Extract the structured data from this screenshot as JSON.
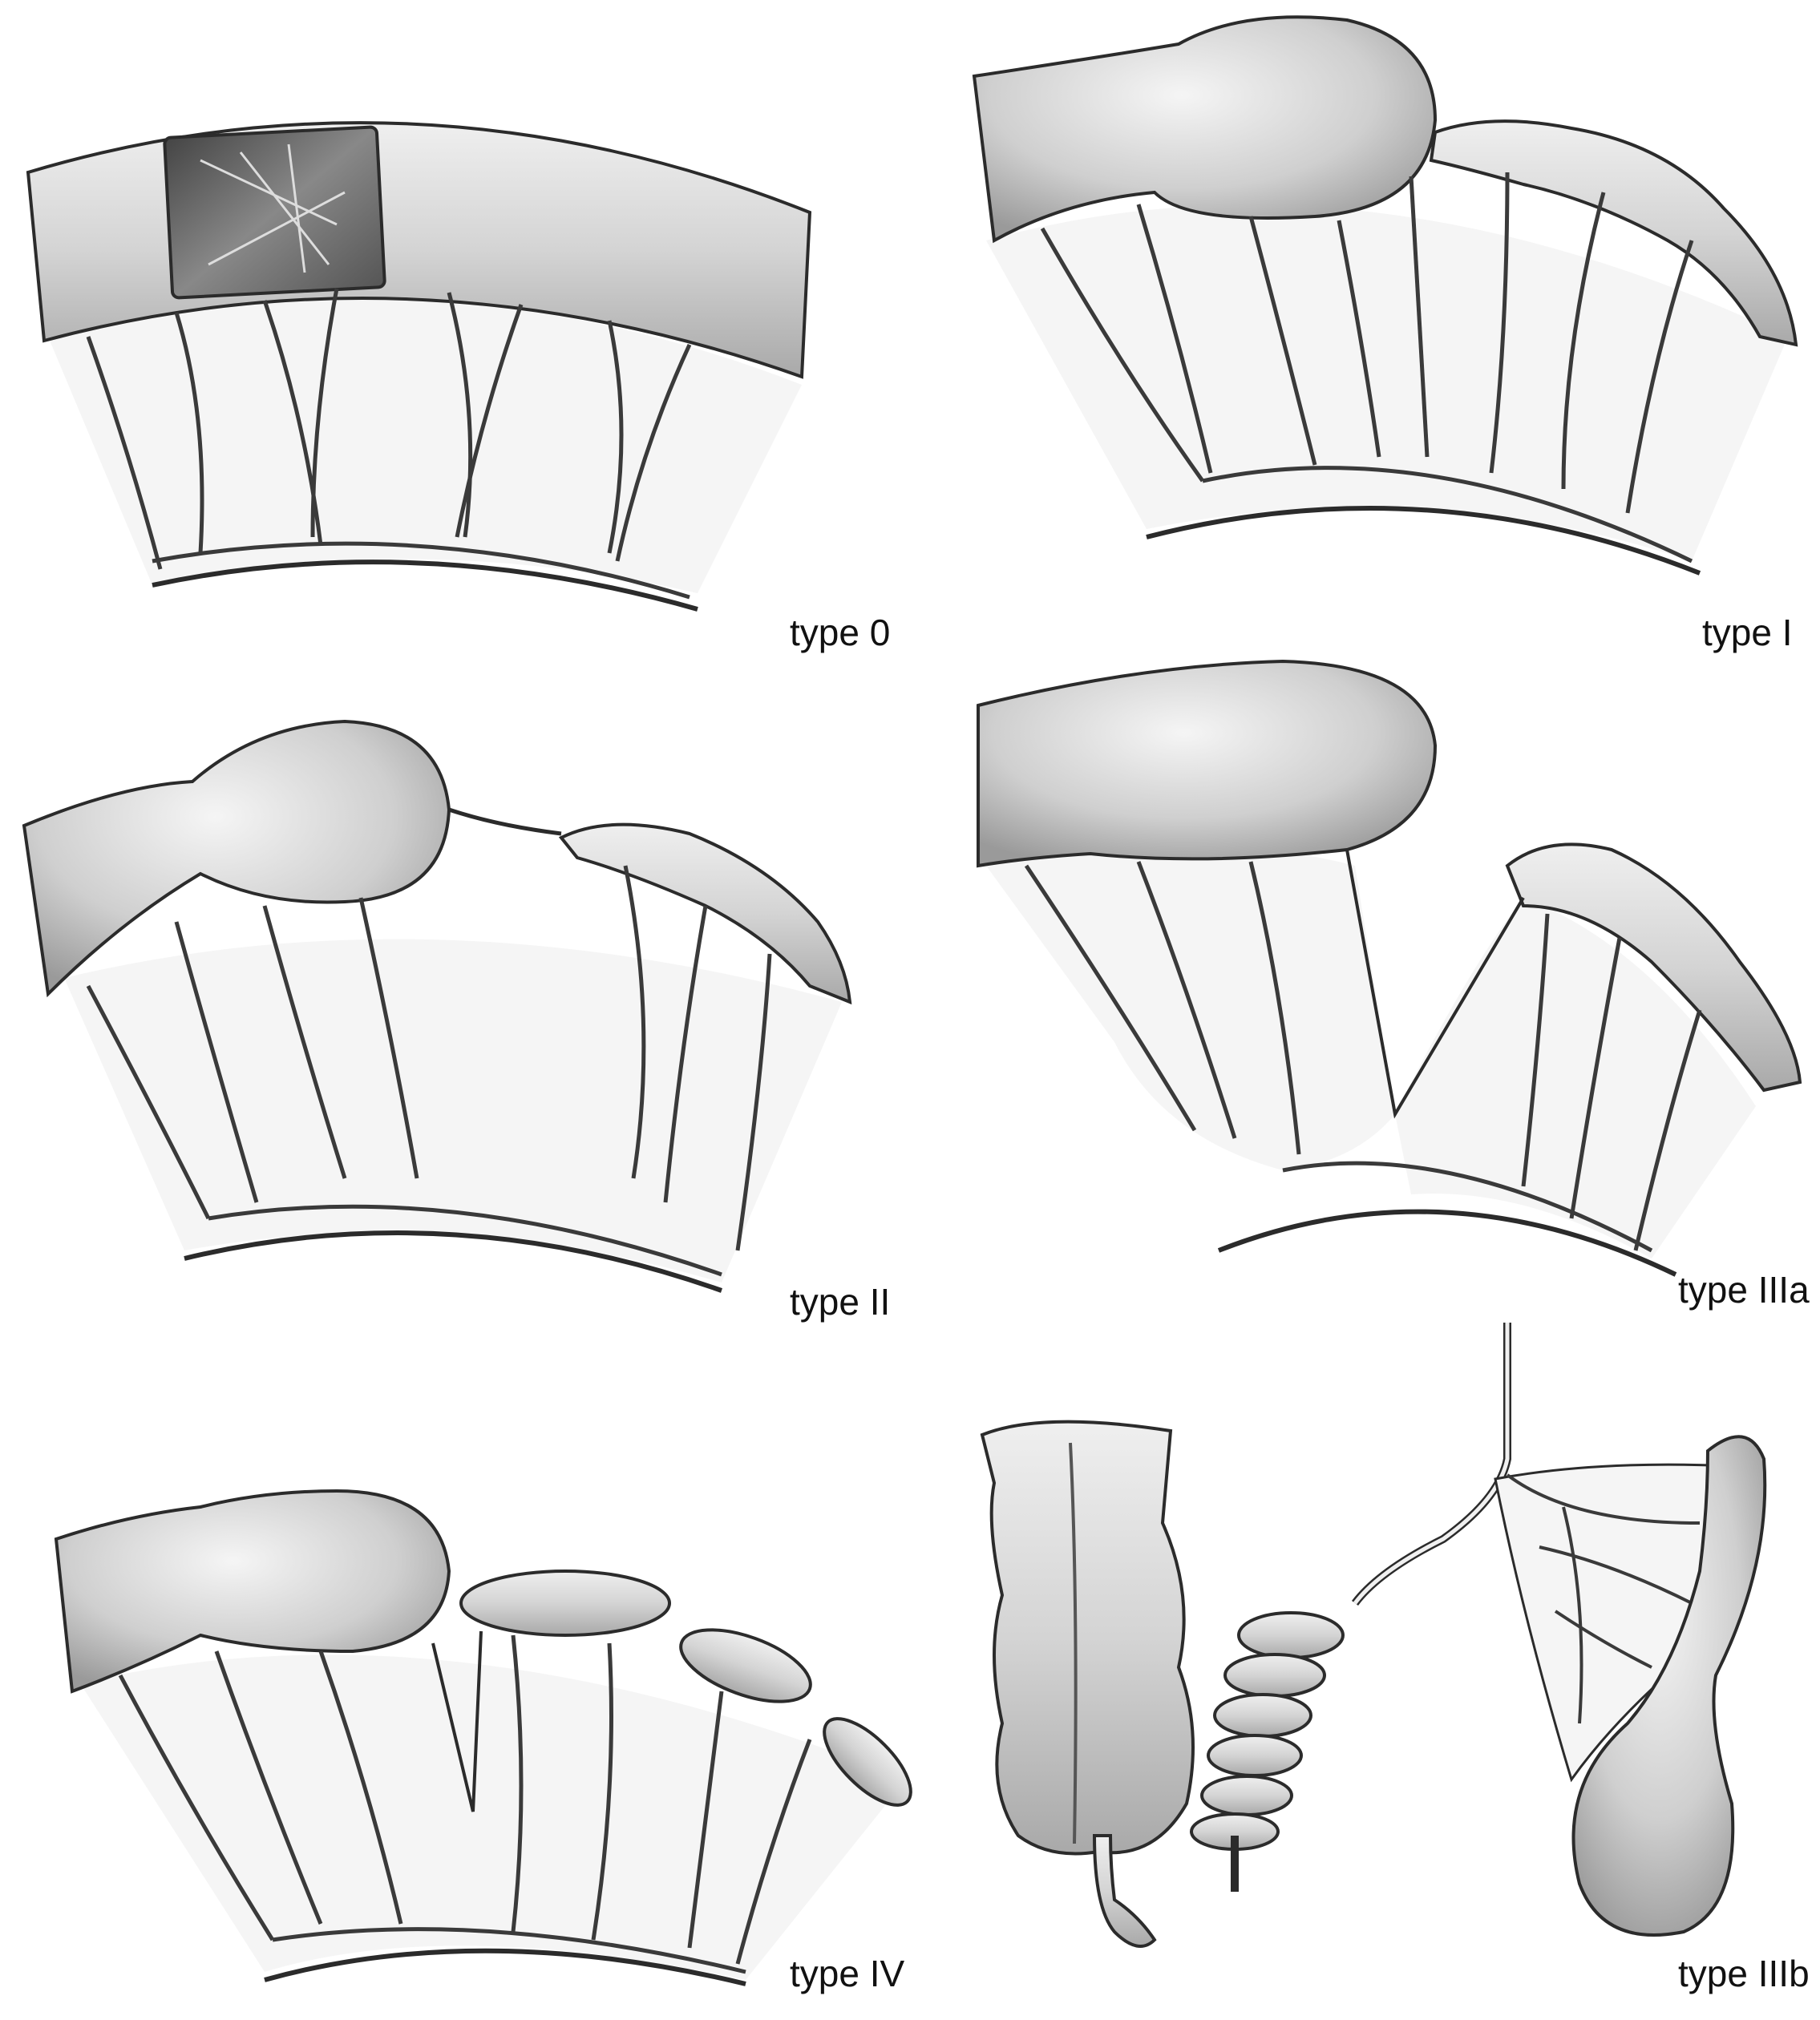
{
  "panels": [
    {
      "label": "type 0"
    },
    {
      "label": "type I"
    },
    {
      "label": "type II"
    },
    {
      "label": "type IIIa"
    },
    {
      "label": "type IV"
    },
    {
      "label": "type IIIb"
    }
  ],
  "colors": {
    "bowel_fill": "#d9d9d9",
    "outline": "#2b2b2b",
    "mesentery_fill": "#f4f4f4",
    "vessel": "#3a3a3a"
  }
}
